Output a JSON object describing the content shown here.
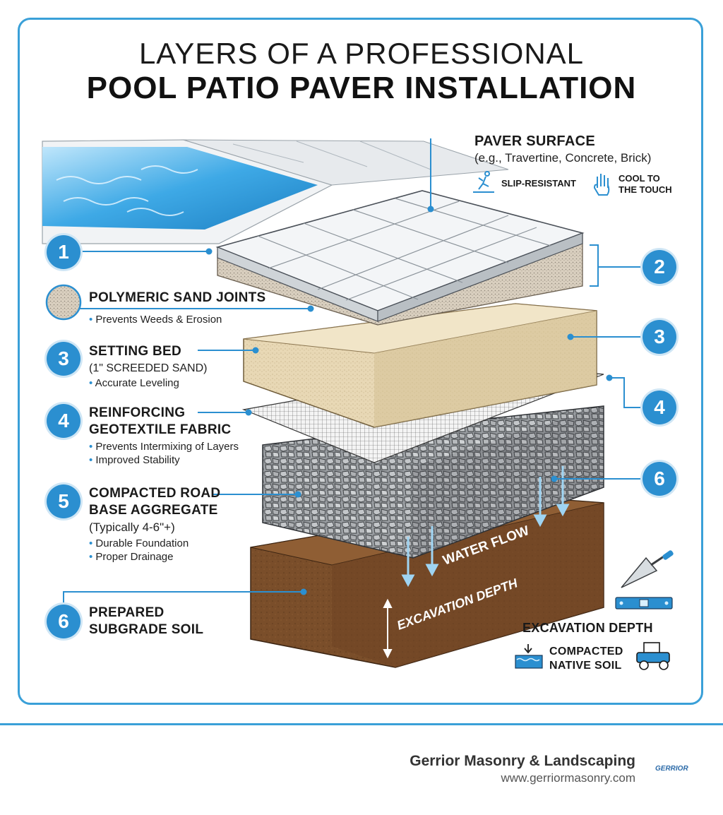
{
  "title": {
    "line1": "LAYERS OF A PROFESSIONAL",
    "line2": "POOL PATIO PAVER INSTALLATION"
  },
  "paver_surface": {
    "heading": "PAVER SURFACE",
    "subtitle": "(e.g., Travertine, Concrete, Brick)",
    "feature1": "SLIP-RESISTANT",
    "feature2_line1": "COOL TO",
    "feature2_line2": "THE TOUCH"
  },
  "badges": {
    "left1": "1",
    "left3": "3",
    "left4": "4",
    "left5": "5",
    "left6": "6",
    "right2": "2",
    "right3": "3",
    "right4": "4",
    "right6": "6"
  },
  "layers": {
    "sand_joints": {
      "heading": "POLYMERIC SAND JOINTS",
      "bullets": [
        "Prevents Weeds & Erosion"
      ]
    },
    "setting_bed": {
      "heading": "SETTING BED",
      "subtitle": "(1\" SCREEDED SAND)",
      "bullets": [
        "Accurate Leveling"
      ]
    },
    "geotextile": {
      "heading_line1": "REINFORCING",
      "heading_line2": "GEOTEXTILE FABRIC",
      "bullets": [
        "Prevents Intermixing of Layers",
        "Improved Stability"
      ]
    },
    "road_base": {
      "heading_line1": "COMPACTED ROAD",
      "heading_line2": "BASE AGGREGATE",
      "subtitle": "(Typically 4-6\"+)",
      "bullets": [
        "Durable Foundation",
        "Proper Drainage"
      ]
    },
    "subgrade": {
      "heading_line1": "PREPARED",
      "heading_line2": "SUBGRADE SOIL"
    }
  },
  "diagram_labels": {
    "water_flow": "WATER FLOW",
    "excavation_depth": "EXCAVATION DEPTH"
  },
  "excavation_legend": {
    "heading": "EXCAVATION DEPTH",
    "line1": "COMPACTED",
    "line2": "NATIVE SOIL"
  },
  "footer": {
    "brand": "Gerrior Masonry & Landscaping",
    "website": "www.gerriormasonry.com",
    "logo_text": "GERRIOR"
  },
  "colors": {
    "accent": "#2b8fd0",
    "frame": "#3aa0d8",
    "water": "#3ea9e6",
    "paver": "#eceff1",
    "sand": "#e8d8b5",
    "aggregate": "#8e9296",
    "soil": "#7a4e2a"
  },
  "icons": [
    "slip-resistant-icon",
    "hand-icon",
    "trowel-icon",
    "level-icon",
    "compaction-icon",
    "roller-icon"
  ]
}
